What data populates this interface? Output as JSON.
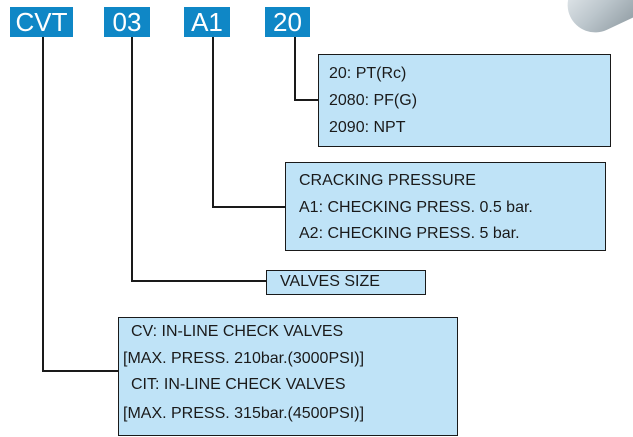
{
  "codes": [
    "CVT",
    "03",
    "A1",
    "20"
  ],
  "thread_box": [
    "20: PT(Rc)",
    "2080: PF(G)",
    "2090: NPT"
  ],
  "pressure_box": [
    "CRACKING PRESSURE",
    "A1: CHECKING PRESS. 0.5 bar.",
    "A2: CHECKING PRESS. 5 bar."
  ],
  "size_box": [
    "VALVES SIZE"
  ],
  "type_box": [
    "CV: IN-LINE CHECK VALVES",
    "[MAX. PRESS. 210bar.(3000PSI)]",
    "CIT: IN-LINE CHECK VALVES",
    "[MAX. PRESS. 315bar.(4500PSI)]"
  ],
  "colors": {
    "tag_bg": "#0f87c6",
    "box_bg": "#bfe3f7",
    "line": "#1a1a1a"
  }
}
